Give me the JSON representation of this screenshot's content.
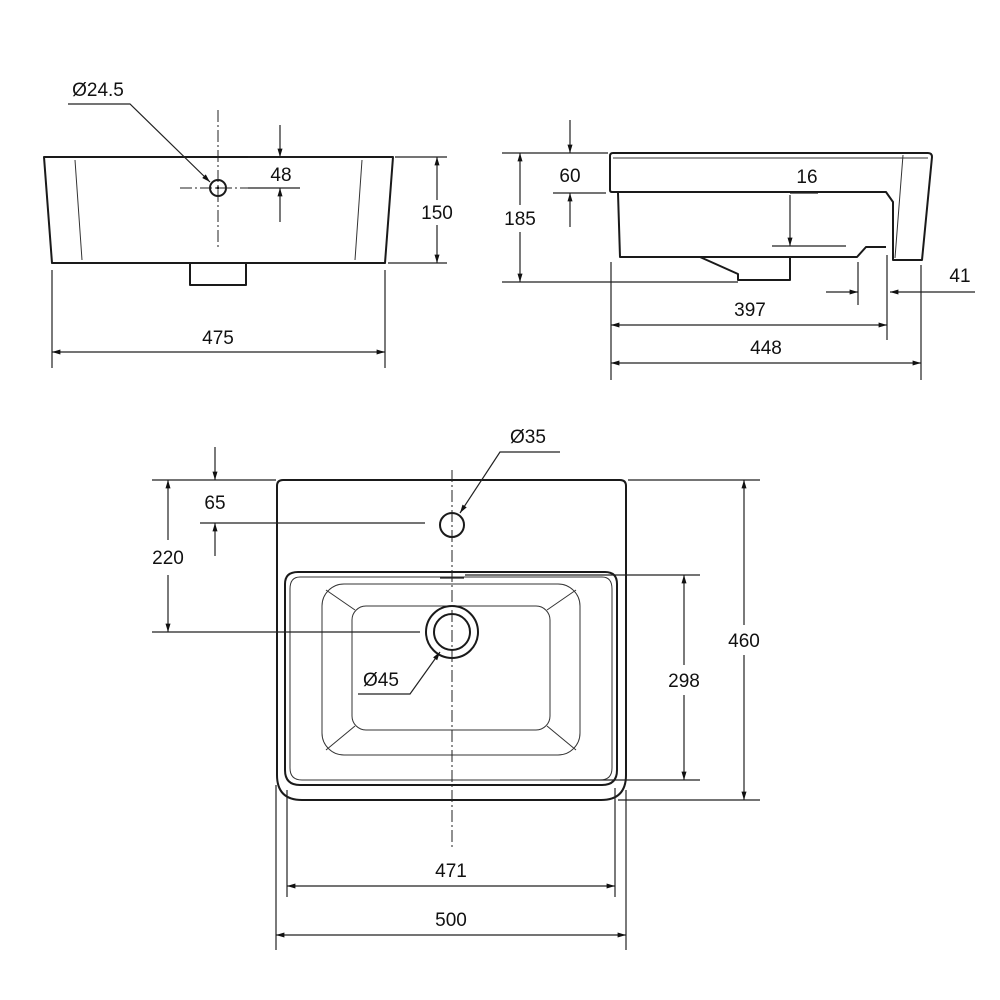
{
  "front_view": {
    "hole_dia": "Ø24.5",
    "hole_height": "48",
    "height": "150",
    "width": "475"
  },
  "side_view": {
    "rim_height": "60",
    "total_height": "185",
    "step": "16",
    "back_offset": "41",
    "inner_depth": "397",
    "depth": "448"
  },
  "plan_view": {
    "tap_hole_dia": "Ø35",
    "tap_offset": "65",
    "drain_offset": "220",
    "depth": "460",
    "bowl_depth": "298",
    "drain_dia": "Ø45",
    "bowl_width": "471",
    "width": "500"
  }
}
